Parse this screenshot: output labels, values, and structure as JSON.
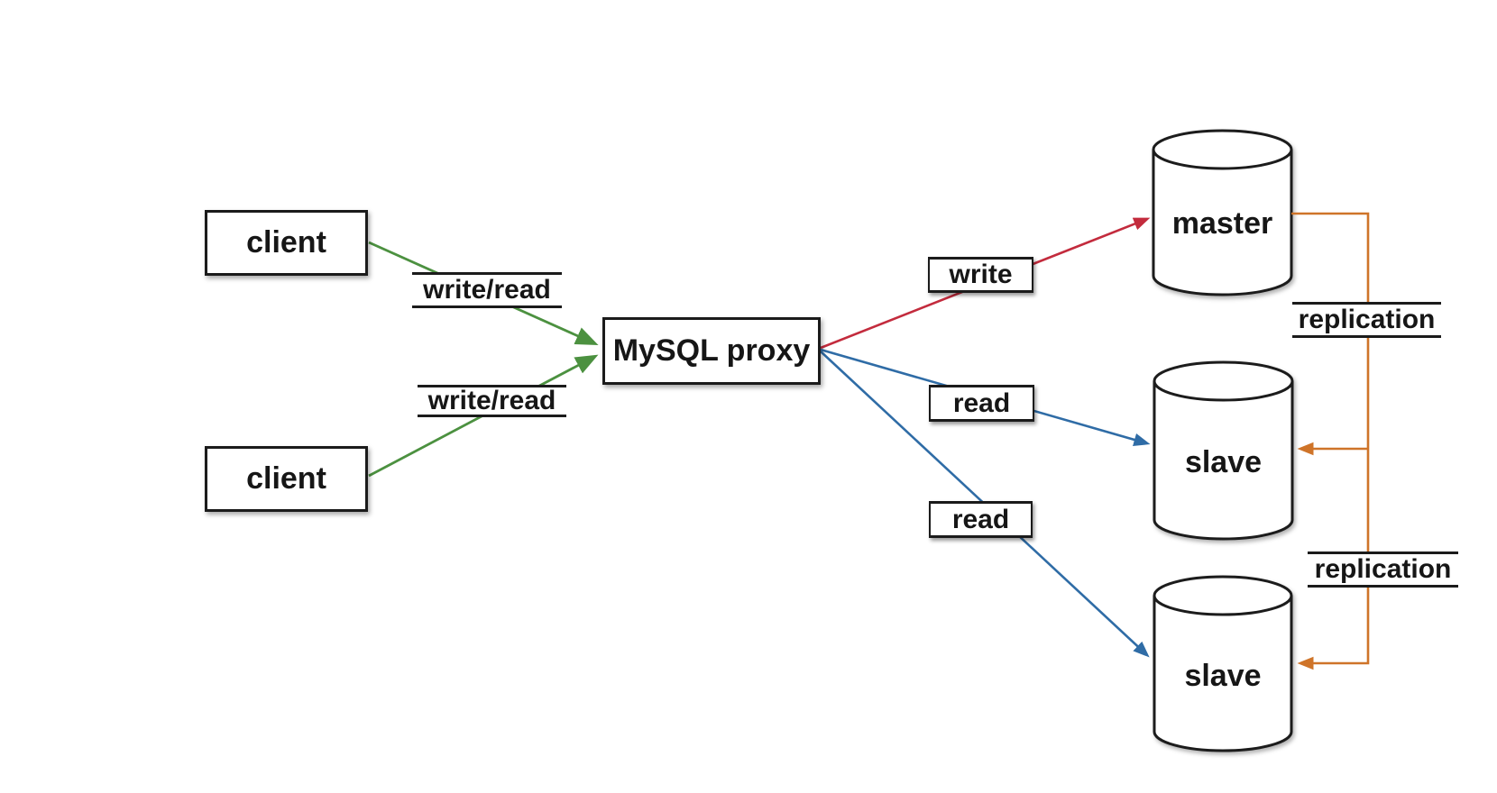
{
  "diagram": {
    "nodes": {
      "client_top": {
        "label": "client",
        "shape": "rectangle"
      },
      "client_bottom": {
        "label": "client",
        "shape": "rectangle"
      },
      "proxy": {
        "label": "MySQL proxy",
        "shape": "rectangle"
      },
      "master": {
        "label": "master",
        "shape": "cylinder"
      },
      "slave_top": {
        "label": "slave",
        "shape": "cylinder"
      },
      "slave_bottom": {
        "label": "slave",
        "shape": "cylinder"
      }
    },
    "edge_labels": {
      "write_read_top": "write/read",
      "write_read_bottom": "write/read",
      "write": "write",
      "read_top": "read",
      "read_bottom": "read",
      "replication_top": "replication",
      "replication_bottom": "replication"
    },
    "edges": [
      {
        "from": "client_top",
        "to": "proxy",
        "label": "write/read",
        "color": "#4c9140"
      },
      {
        "from": "client_bottom",
        "to": "proxy",
        "label": "write/read",
        "color": "#4c9140"
      },
      {
        "from": "proxy",
        "to": "master",
        "label": "write",
        "color": "#c32b3d"
      },
      {
        "from": "proxy",
        "to": "slave_top",
        "label": "read",
        "color": "#2f6ca6"
      },
      {
        "from": "proxy",
        "to": "slave_bottom",
        "label": "read",
        "color": "#2f6ca6"
      },
      {
        "from": "master",
        "to": "slave_top",
        "label": "replication",
        "color": "#cf7429"
      },
      {
        "from": "master",
        "to": "slave_bottom",
        "label": "replication",
        "color": "#cf7429"
      }
    ],
    "colors": {
      "client_edge_green": "#4c9140",
      "write_edge_red": "#c32b3d",
      "read_edge_blue": "#2f6ca6",
      "replication_edge_orange": "#cf7429",
      "node_border": "#1b1b1b",
      "node_fill": "#ffffff",
      "background": "#ffffff"
    }
  }
}
